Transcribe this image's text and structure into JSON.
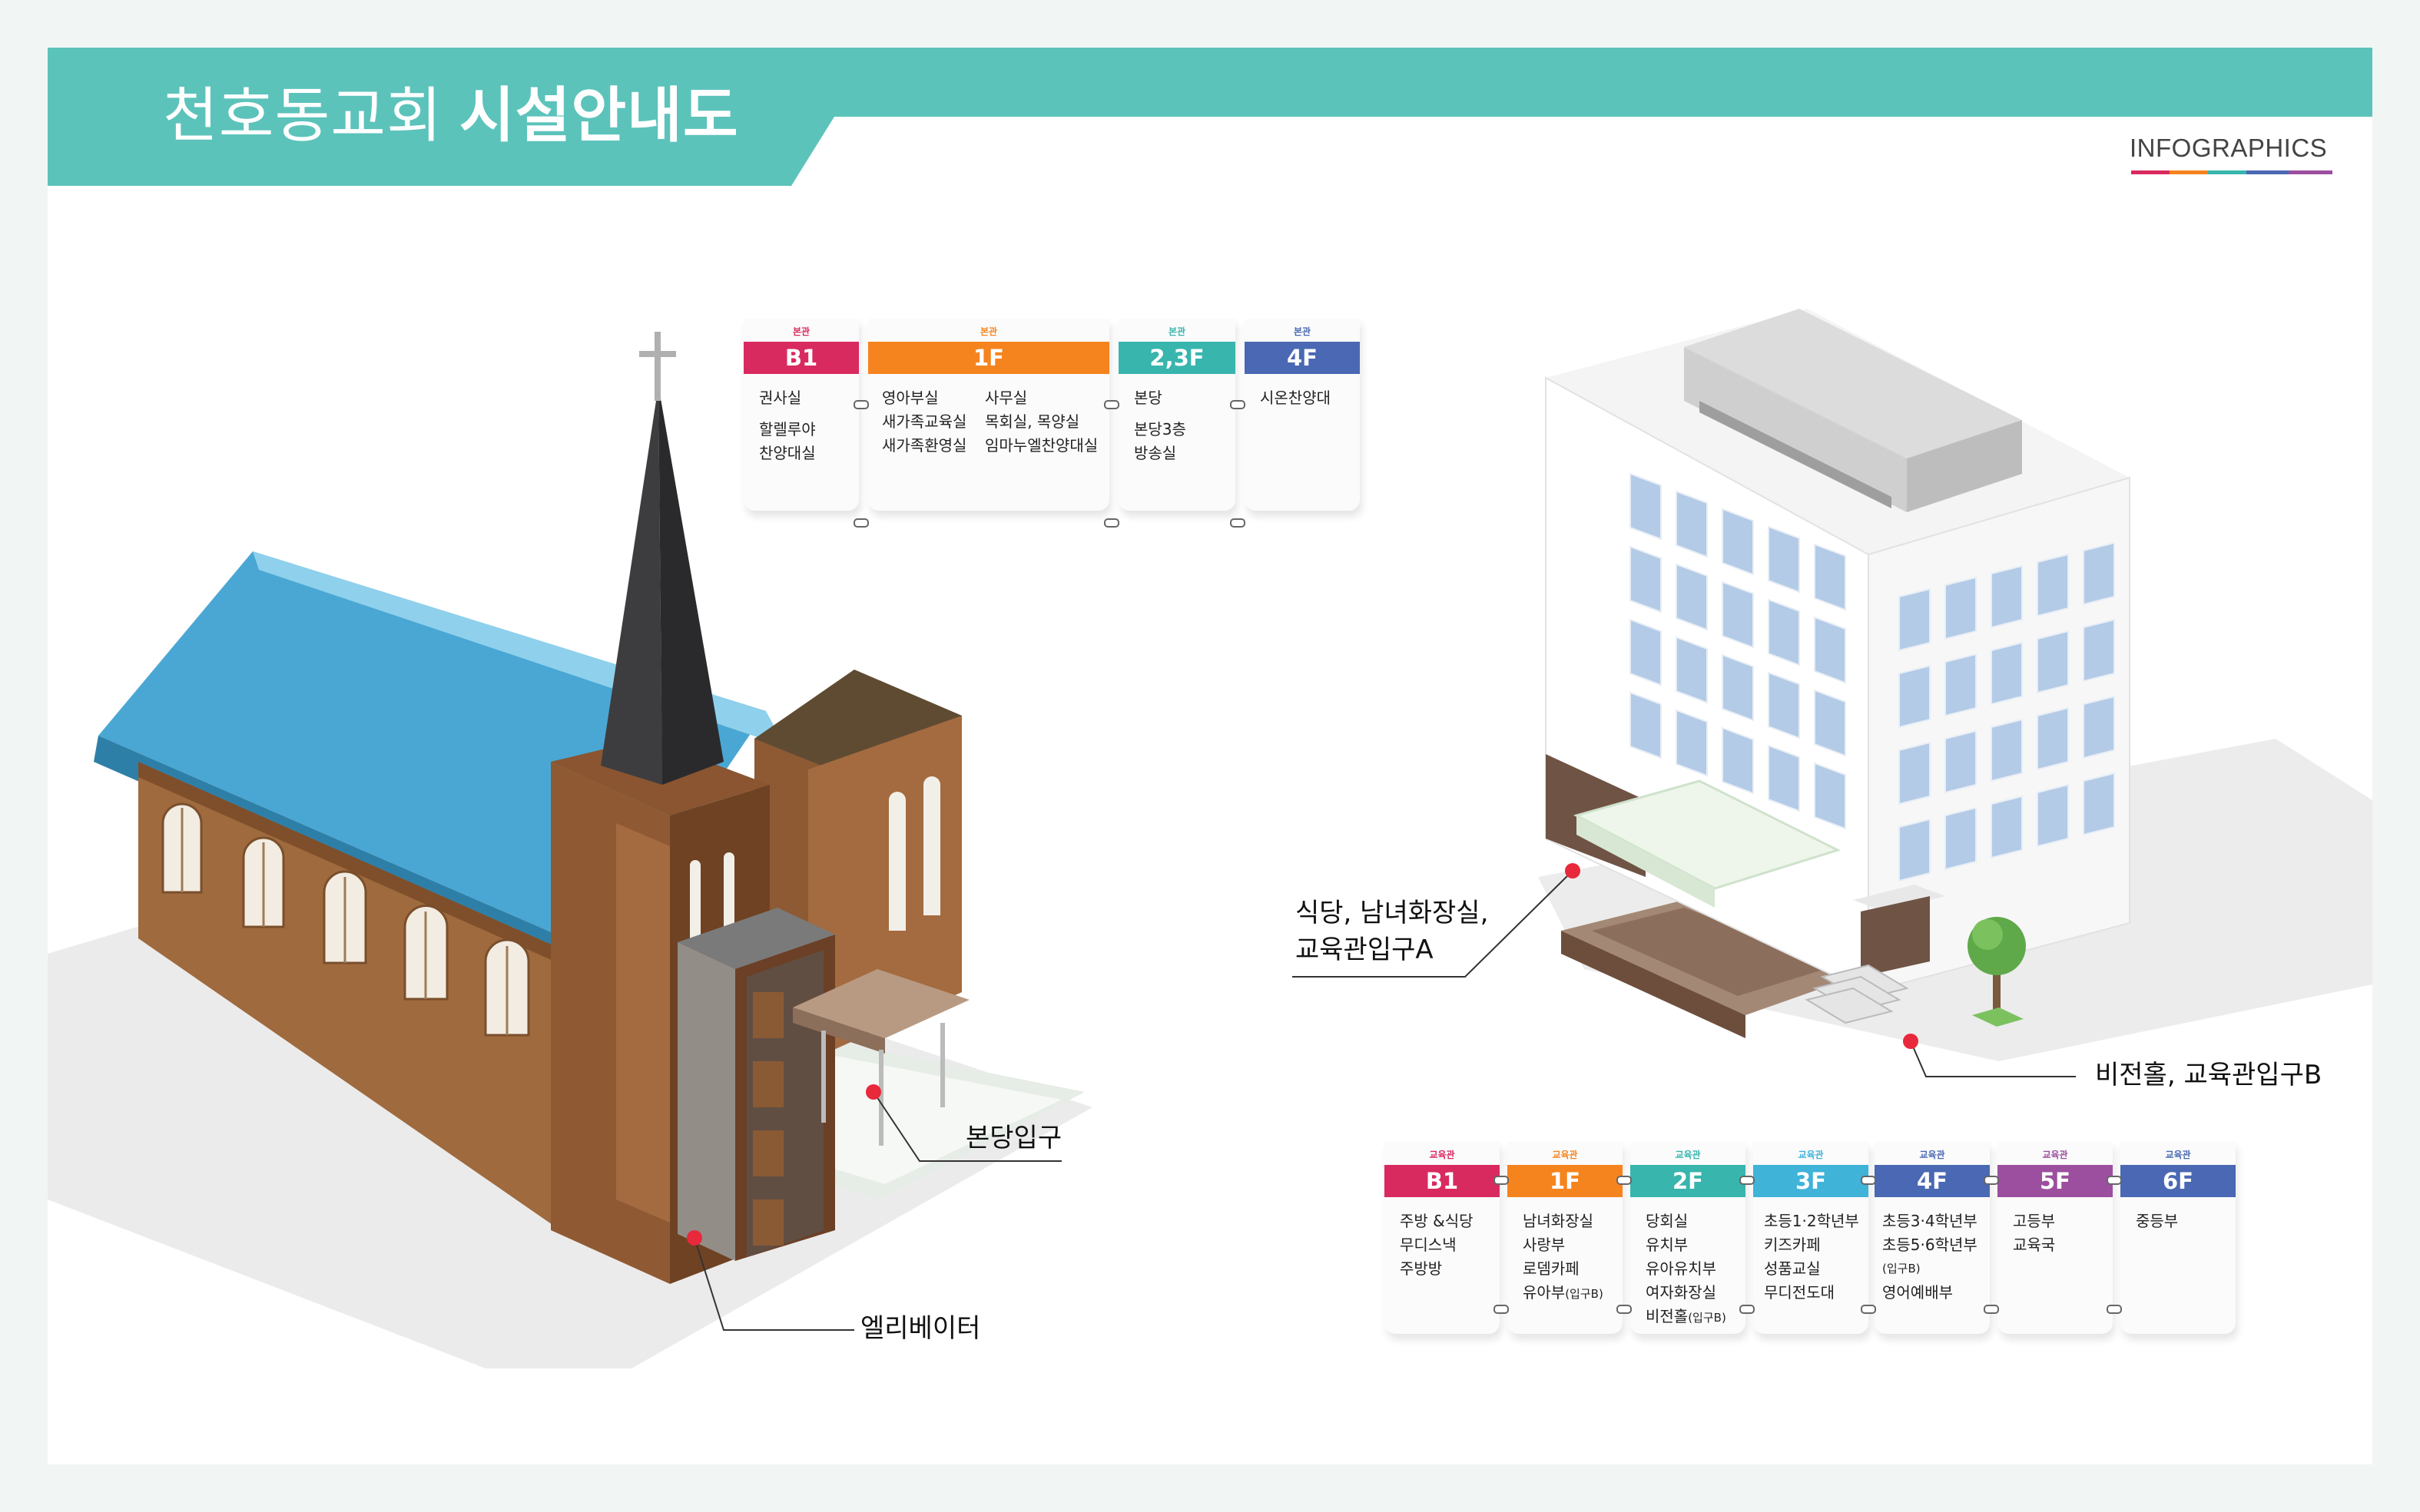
{
  "header": {
    "title_light": "천호동교회",
    "title_bold": "시설안내도",
    "tag": "INFOGRAPHICS"
  },
  "colors": {
    "header_teal": "#5cc3bb",
    "b1": "#d92a60",
    "f1": "#f5841f",
    "f23": "#38b5ad",
    "f3": "#3fb3d8",
    "f4": "#4a68b3",
    "f5": "#9b4f9e",
    "f6": "#4a68b3",
    "pin": "#e8283b"
  },
  "main_building_floors": [
    {
      "building": "본관",
      "level": "B1",
      "lines": [
        "권사실",
        "",
        "할렐루야",
        "찬양대실"
      ]
    },
    {
      "building": "본관",
      "level": "1F",
      "lines_left": [
        "영아부실",
        "새가족교육실",
        "새가족환영실"
      ],
      "lines_right": [
        "사무실",
        "목회실, 목양실",
        "임마누엘찬양대실"
      ]
    },
    {
      "building": "본관",
      "level": "2,3F",
      "lines": [
        "본당",
        "",
        "본당3층",
        "방송실"
      ]
    },
    {
      "building": "본관",
      "level": "4F",
      "lines": [
        "시온찬양대"
      ]
    }
  ],
  "education_building_floors": [
    {
      "building": "교육관",
      "level": "B1",
      "lines": [
        "주방 &식당",
        "무디스낵",
        "주방방"
      ]
    },
    {
      "building": "교육관",
      "level": "1F",
      "lines": [
        "남녀화장실",
        "사랑부",
        "로뎀카페",
        "유아부"
      ],
      "note": "(입구B)"
    },
    {
      "building": "교육관",
      "level": "2F",
      "lines": [
        "당회실",
        "유치부",
        "유아유치부",
        "여자화장실",
        "비전홀"
      ],
      "note": "(입구B)"
    },
    {
      "building": "교육관",
      "level": "3F",
      "lines": [
        "초등1·2학년부",
        "키즈카페",
        "성품교실",
        "무디전도대"
      ]
    },
    {
      "building": "교육관",
      "level": "4F",
      "lines": [
        "초등3·4학년부",
        "초등5·6학년부",
        "(입구B)",
        "영어예배부"
      ]
    },
    {
      "building": "교육관",
      "level": "5F",
      "lines": [
        "고등부",
        "교육국"
      ]
    },
    {
      "building": "교육관",
      "level": "6F",
      "lines": [
        "중등부"
      ]
    }
  ],
  "callouts": {
    "main_entrance": "본당입구",
    "elevator": "엘리베이터",
    "entrance_a_line1": "식당, 남녀화장실,",
    "entrance_a_line2": "교육관입구A",
    "entrance_b": "비전홀, 교육관입구B"
  }
}
